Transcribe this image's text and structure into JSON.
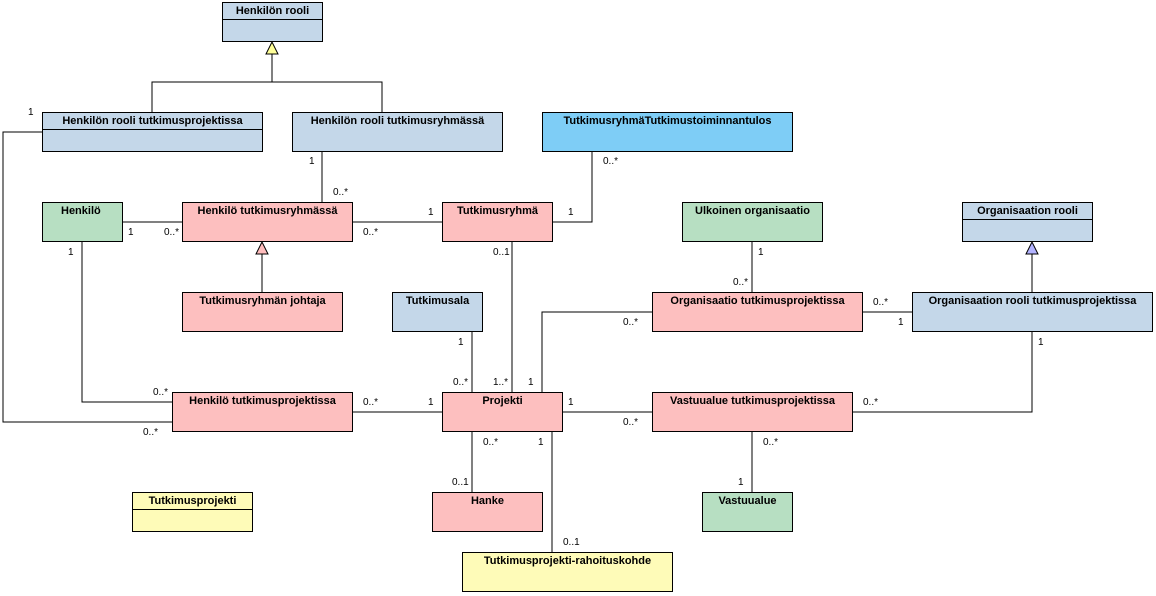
{
  "diagram": {
    "boxes": {
      "henkilon_rooli": "Henkilön rooli",
      "henkilon_rooli_tp": "Henkilön rooli tutkimusprojektissa",
      "henkilon_rooli_tr": "Henkilön rooli tutkimusryhmässä",
      "tr_tulos": "TutkimusryhmäTutkimustoiminnantulos",
      "henkilo": "Henkilö",
      "henkilo_tr": "Henkilö tutkimusryhmässä",
      "tutkimusryhma": "Tutkimusryhmä",
      "ulkoinen_org": "Ulkoinen organisaatio",
      "org_rooli": "Organisaation rooli",
      "tr_johtaja": "Tutkimusryhmän johtaja",
      "tutkimusala": "Tutkimusala",
      "org_tp": "Organisaatio tutkimusprojektissa",
      "org_rooli_tp": "Organisaation rooli tutkimusprojektissa",
      "henkilo_tp": "Henkilö tutkimusprojektissa",
      "projekti": "Projekti",
      "vastuualue_tp": "Vastuualue tutkimusprojektissa",
      "tutkimusprojekti": "Tutkimusprojekti",
      "hanke": "Hanke",
      "vastuualue": "Vastuualue",
      "rahoituskohde": "Tutkimusprojekti-rahoituskohde"
    },
    "multiplicities": {
      "m1": "1",
      "m2": "1",
      "m3": "0..*",
      "m4": "1",
      "m5": "0..*",
      "m6": "0..*",
      "m7": "1",
      "m8": "1",
      "m9": "0..1",
      "m10": "1",
      "m11": "0..*",
      "m12": "0..*",
      "m13": "1",
      "m14": "0..*",
      "m15": "1",
      "m16": "0..*",
      "m17": "1..*",
      "m18": "1",
      "m19": "0..*",
      "m20": "0..*",
      "m21": "1",
      "m22": "1",
      "m23": "0..*",
      "m24": "0..*",
      "m25": "1",
      "m26": "0..*",
      "m27": "0..*",
      "m28": "0..1",
      "m29": "1",
      "m30": "0..1",
      "m31": "1"
    }
  }
}
